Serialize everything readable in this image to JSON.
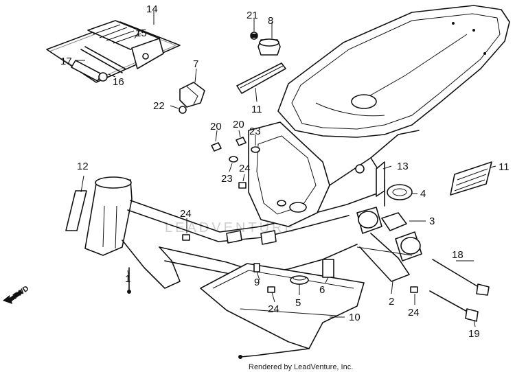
{
  "diagram": {
    "watermark": "LEADVENTURE",
    "credit": "Rendered by LeadVenture, Inc.",
    "direction_label": "FWD",
    "part_labels": [
      "14",
      "15",
      "17",
      "16",
      "21",
      "8",
      "7",
      "22",
      "11",
      "20",
      "20",
      "23",
      "12",
      "23",
      "24",
      "13",
      "11",
      "4",
      "24",
      "3",
      "9",
      "6",
      "1",
      "5",
      "2",
      "24",
      "18",
      "10",
      "24",
      "19"
    ]
  }
}
